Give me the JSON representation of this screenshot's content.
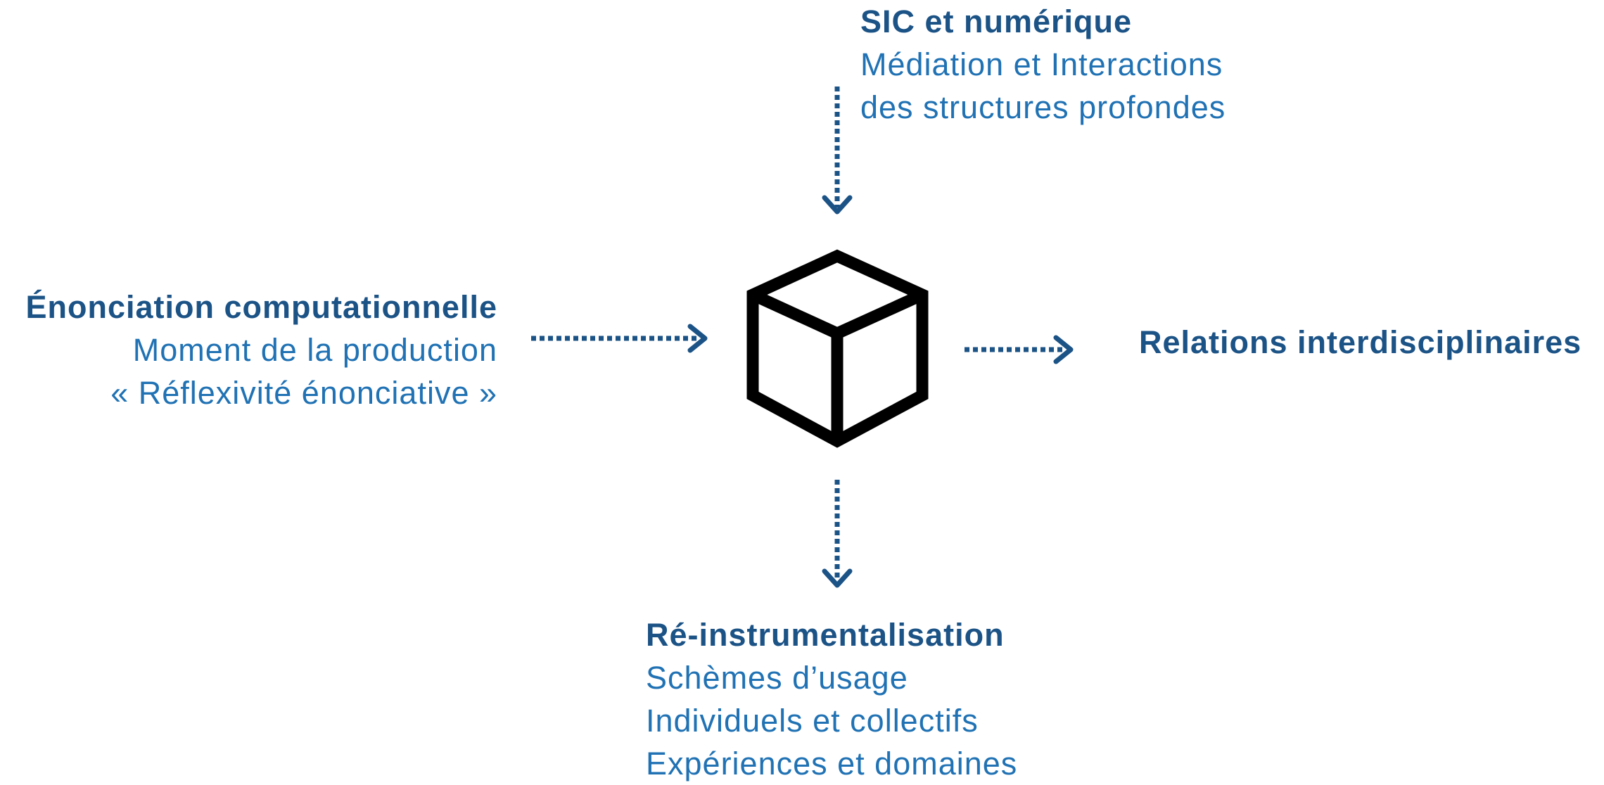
{
  "colors": {
    "heading": "#1c5386",
    "subtext": "#2072b4",
    "arrow": "#1c5386",
    "cube": "#000000"
  },
  "center": {
    "icon": "cube-icon"
  },
  "top": {
    "title": "SIC et numérique",
    "lines": [
      "Médiation et Interactions",
      "des structures profondes"
    ]
  },
  "left": {
    "title": "Énonciation computationnelle",
    "lines": [
      "Moment de la production",
      "« Réflexivité énonciative »"
    ]
  },
  "right": {
    "title": "Relations interdisciplinaires"
  },
  "bottom": {
    "title": "Ré-instrumentalisation",
    "lines": [
      "Schèmes d’usage",
      "Individuels et collectifs",
      "Expériences et domaines"
    ]
  }
}
